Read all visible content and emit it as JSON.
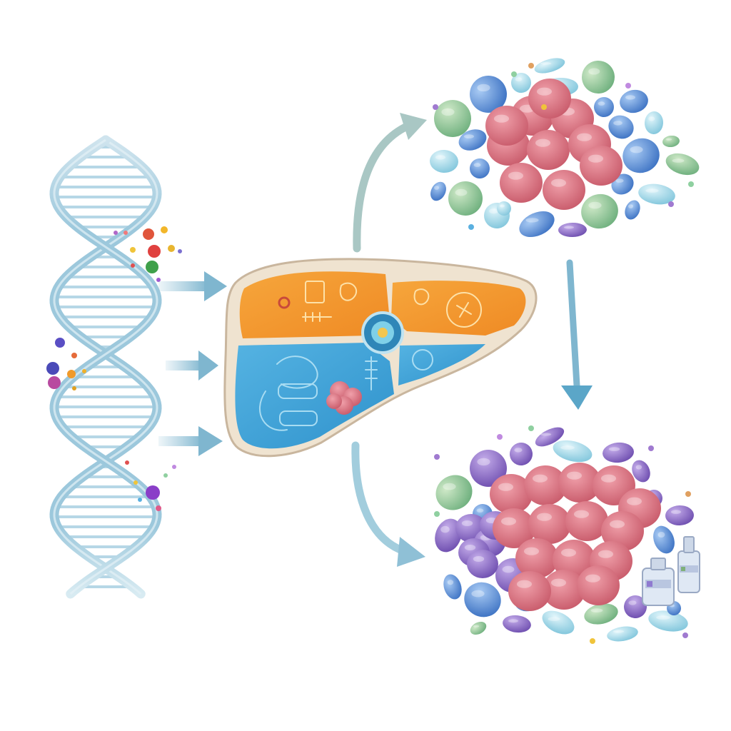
{
  "diagram": {
    "components": {
      "dna": "dna-helix",
      "liver": "liver-organ",
      "cluster_top": "cell-cluster",
      "cluster_bottom": "tumor-cell-cluster",
      "bottles": "medicine-bottle-icon"
    },
    "colors": {
      "helix": "#9cc8dc",
      "helix_dark": "#6fa9c4",
      "arrow": "#8fc0d6",
      "arrow_grey": "#a9c7c4",
      "liver_orange": "#f39a33",
      "liver_blue": "#3aa2d8",
      "liver_edge": "#efe3d0",
      "tumor_pink": "#d9707e",
      "cell_blue": "#5b8fd6",
      "cell_green": "#8cc49a",
      "cell_purple": "#8a6ac4",
      "cell_cyan": "#9fd7e6"
    }
  }
}
